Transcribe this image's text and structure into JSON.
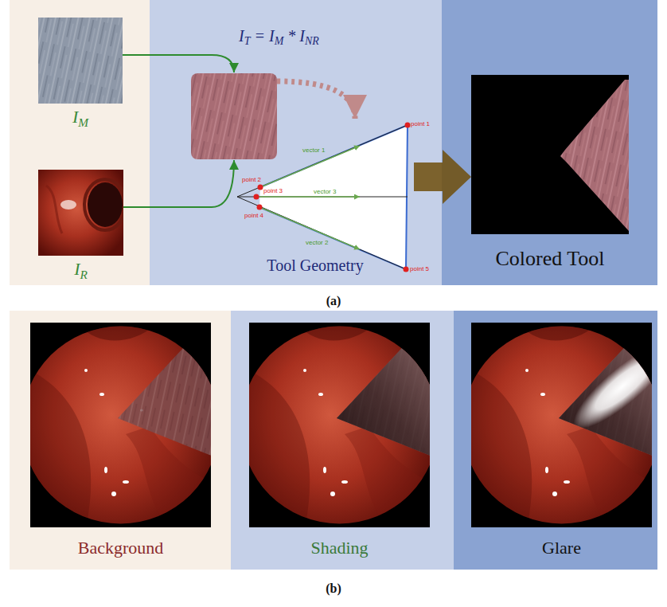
{
  "diagram": {
    "nodes": [
      {
        "text": [
          "IM"
        ]
      },
      {
        "text": [
          "IR"
        ]
      },
      {
        "text": [
          "IT = IM * INR"
        ]
      },
      {
        "text": [
          "Tool Geometry"
        ]
      },
      {
        "text": [
          "Colored Tool"
        ]
      },
      {
        "text": [
          "Background"
        ]
      },
      {
        "text": [
          "Shading"
        ]
      },
      {
        "text": [
          "Glare"
        ]
      }
    ],
    "edges": [
      {
        "from": 0,
        "to": 2,
        "arrow": "to"
      },
      {
        "from": 1,
        "to": 2,
        "arrow": "to"
      },
      {
        "from": 2,
        "to": 3,
        "arrow": "to"
      },
      {
        "from": 3,
        "to": 4,
        "arrow": "to"
      }
    ],
    "labels": [
      "point 1",
      "point 2",
      "point 3",
      "point 4",
      "point 5",
      "vector 1",
      "vector 3",
      "vector 2",
      "(a)",
      "(b)"
    ]
  }
}
